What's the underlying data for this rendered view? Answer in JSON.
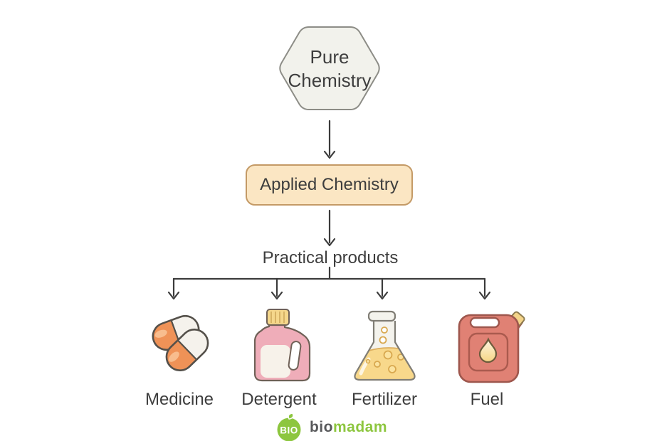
{
  "flowchart": {
    "root": {
      "label": "Pure Chemistry",
      "shape": "hexagon"
    },
    "applied": {
      "label": "Applied Chemistry",
      "shape": "rounded-rectangle"
    },
    "practical": {
      "label": "Practical products"
    },
    "products": [
      {
        "label": "Medicine",
        "icon": "pills-icon"
      },
      {
        "label": "Detergent",
        "icon": "detergent-bottle-icon"
      },
      {
        "label": "Fertilizer",
        "icon": "flask-icon"
      },
      {
        "label": "Fuel",
        "icon": "fuel-can-icon"
      }
    ]
  },
  "branding": {
    "badge_text": "BIO",
    "name_prefix": "bio",
    "name_suffix": "madam"
  },
  "colors": {
    "hexagon_fill": "#f2f2ec",
    "hexagon_border": "#8d8d87",
    "applied_fill": "#fbe6c3",
    "applied_border": "#c49a66",
    "arrow": "#3b3b3b",
    "pill_orange": "#ef9257",
    "bottle_pink": "#efadb9",
    "liquid_yellow": "#f8d88b",
    "fuel_red": "#e08174",
    "brand_green": "#8dc63f"
  }
}
